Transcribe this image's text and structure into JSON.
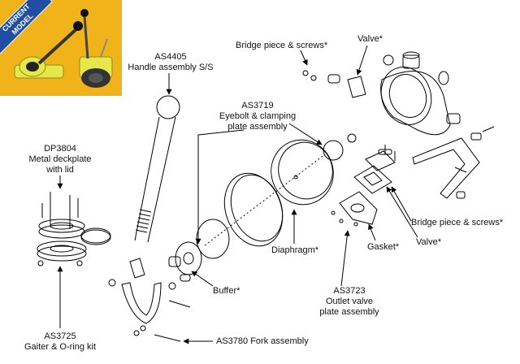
{
  "inset": {
    "badge_line1": "CURRENT",
    "badge_line2": "MODEL",
    "badge_color": "#1f4ea3",
    "background_color": "#f0b31a",
    "pump_color": "#e5e74a"
  },
  "labels": {
    "bridge_top": "Bridge piece & screws*",
    "valve_top": "Valve*",
    "handle_code": "AS4405",
    "handle_name": "Handle assembly S/S",
    "eyebolt_code": "AS3719",
    "eyebolt_name_1": "Eyebolt & clamping",
    "eyebolt_name_2": "plate assembly",
    "deckplate_code": "DP3804",
    "deckplate_name_1": "Metal deckplate",
    "deckplate_name_2": "with lid",
    "bridge_right": "Bridge piece & screws*",
    "diaphragm": "Diaphragm*",
    "gasket": "Gasket*",
    "valve_right": "Valve*",
    "buffer": "Buffer*",
    "outlet_code": "AS3723",
    "outlet_name_1": "Outlet valve",
    "outlet_name_2": "plate assembly",
    "gaiter_code": "AS3725",
    "gaiter_name": "Gaiter & O-ring kit",
    "fork": "AS3780 Fork assembly"
  }
}
